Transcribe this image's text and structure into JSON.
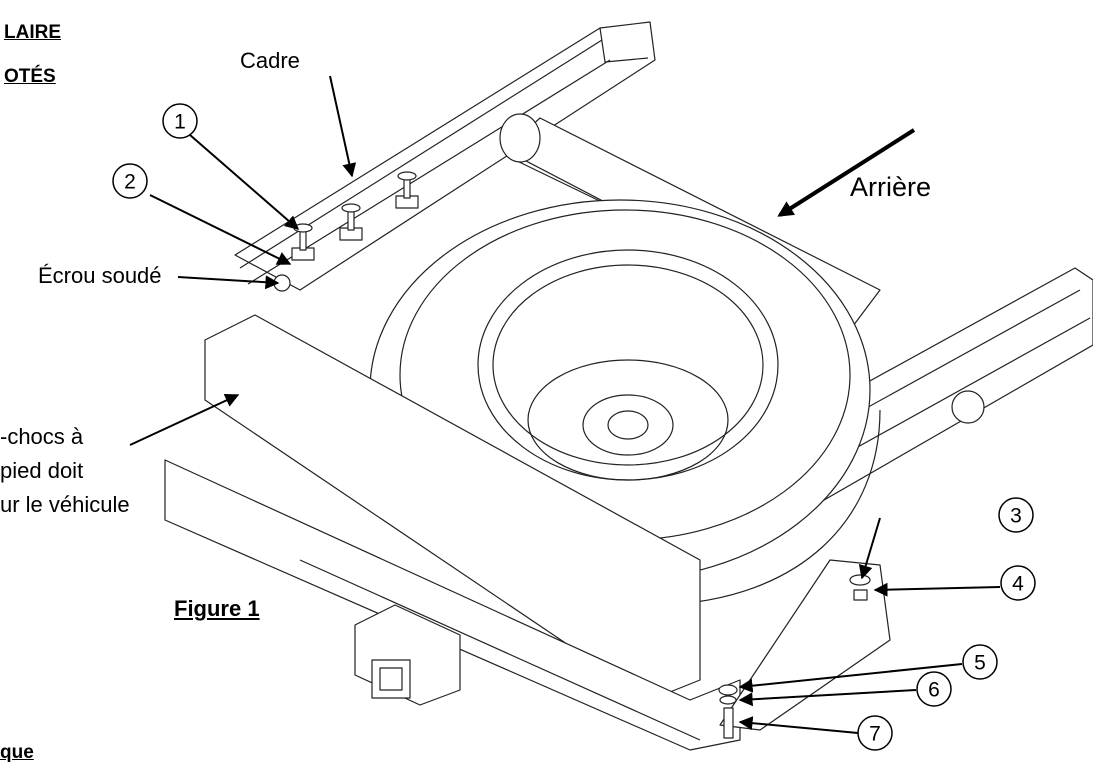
{
  "header": {
    "line1": "LAIRE",
    "line2": "OTÉS"
  },
  "labels": {
    "frame": "Cadre",
    "rear": "Arrière",
    "weld_nut": "Écrou soudé",
    "bumper_line1": "-chocs à",
    "bumper_line2": "pied doit",
    "bumper_line3": "ur le véhicule",
    "figure": "Figure 1",
    "bottom_fragment": "que"
  },
  "callouts": [
    "1",
    "2",
    "3",
    "4",
    "5",
    "6",
    "7"
  ]
}
